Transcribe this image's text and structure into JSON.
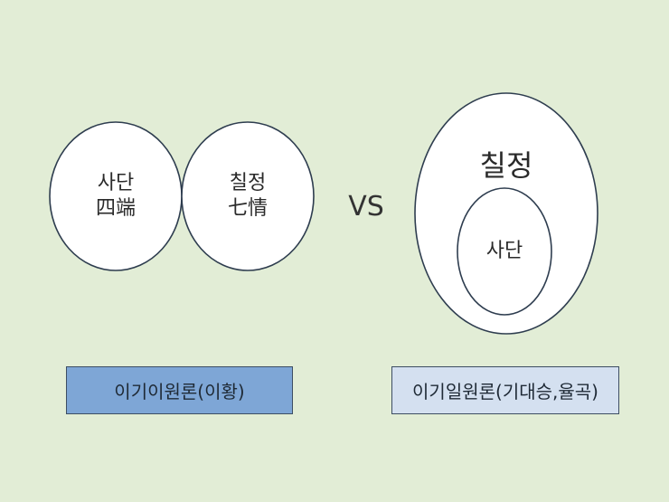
{
  "left_diagram": {
    "circle1": {
      "line1": "사단",
      "line2": "四端"
    },
    "circle2": {
      "line1": "칠정",
      "line2": "七情"
    }
  },
  "vs_label": "VS",
  "right_diagram": {
    "outer_label": "칠정",
    "inner_label": "사단"
  },
  "boxes": {
    "left": "이기이원론(이황)",
    "right": "이기일원론(기대승,율곡)"
  },
  "colors": {
    "background": "#e2edd6",
    "box_left": "#7ea6d6",
    "box_right": "#d4e0f0",
    "outline": "#2e3d4f"
  }
}
